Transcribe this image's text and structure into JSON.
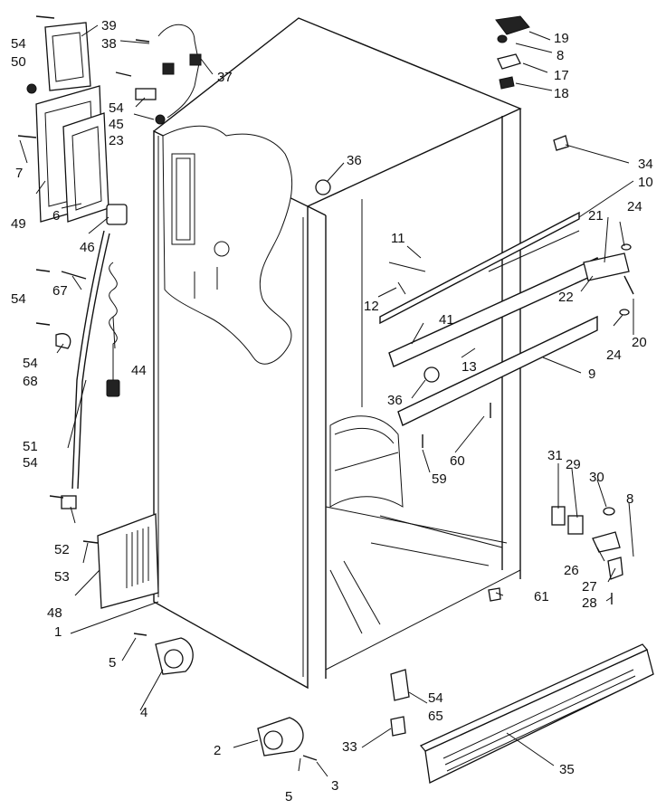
{
  "callouts": [
    "1",
    "2",
    "3",
    "4",
    "5",
    "6",
    "7",
    "8",
    "9",
    "10",
    "11",
    "12",
    "13",
    "17",
    "18",
    "19",
    "20",
    "21",
    "22",
    "23",
    "24",
    "26",
    "27",
    "28",
    "29",
    "30",
    "31",
    "33",
    "34",
    "35",
    "36",
    "37",
    "38",
    "39",
    "41",
    "44",
    "45",
    "46",
    "48",
    "49",
    "50",
    "51",
    "52",
    "53",
    "54",
    "59",
    "60",
    "61",
    "65",
    "67",
    "68"
  ],
  "labels": {
    "l54a": "54",
    "l39": "39",
    "l38": "38",
    "l50": "50",
    "l37": "37",
    "l54b": "54",
    "l45": "45",
    "l23": "23",
    "l7": "7",
    "l49": "49",
    "l6": "6",
    "l46": "46",
    "l54c": "54",
    "l67": "67",
    "l54d": "54",
    "l68": "68",
    "l44": "44",
    "l51": "51",
    "l54e": "54",
    "l52": "52",
    "l53": "53",
    "l48": "48",
    "l1": "1",
    "l5a": "5",
    "l4": "4",
    "l2": "2",
    "l5b": "5",
    "l3": "3",
    "l33": "33",
    "l35": "35",
    "l54f": "54",
    "l65": "65",
    "l61": "61",
    "l19": "19",
    "l8a": "8",
    "l17": "17",
    "l18": "18",
    "l36a": "36",
    "l34": "34",
    "l10": "10",
    "l24a": "24",
    "l21": "21",
    "l11": "11",
    "l12": "12",
    "l41": "41",
    "l22": "22",
    "l24b": "24",
    "l20": "20",
    "l13": "13",
    "l9": "9",
    "l36b": "36",
    "l60": "60",
    "l59": "59",
    "l31": "31",
    "l29": "29",
    "l30": "30",
    "l8b": "8",
    "l26": "26",
    "l27": "27",
    "l28": "28"
  }
}
